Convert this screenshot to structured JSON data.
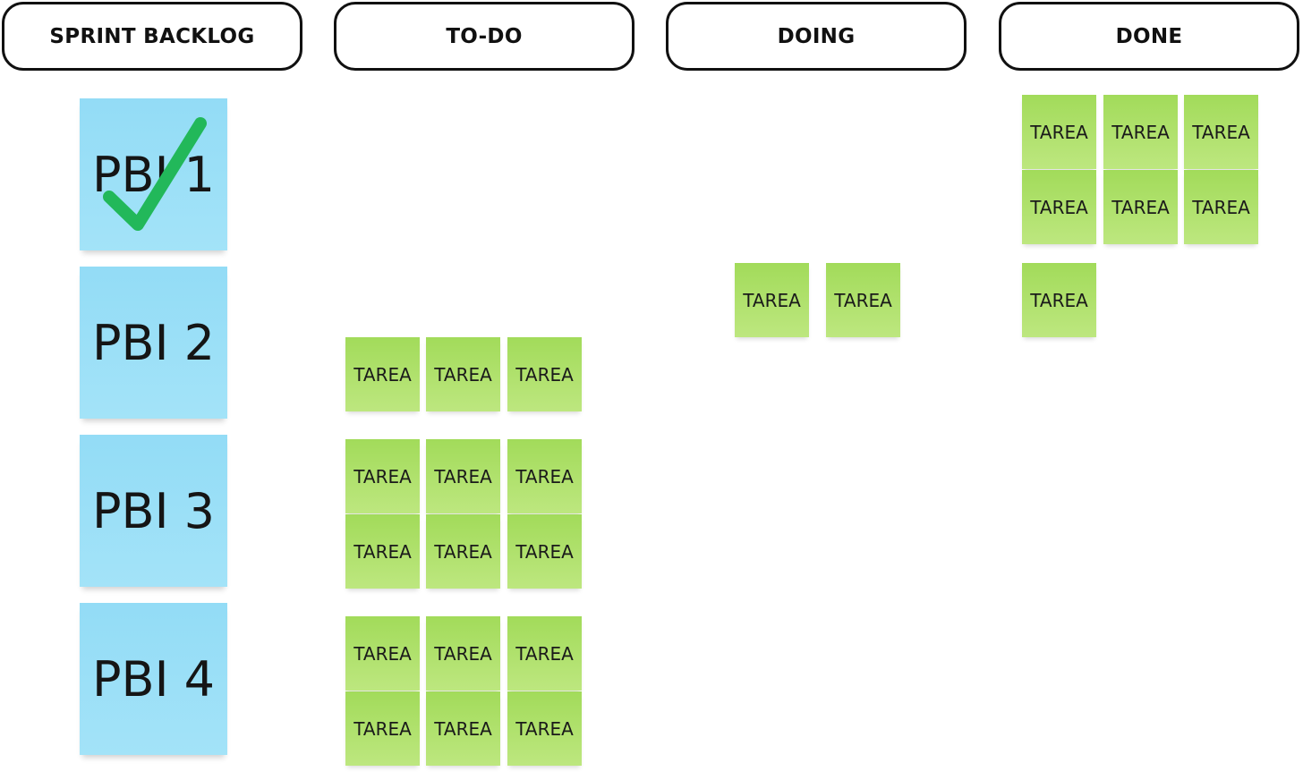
{
  "columns": {
    "backlog": "SPRINT BACKLOG",
    "todo": "TO-DO",
    "doing": "DOING",
    "done": "DONE"
  },
  "backlog_items": [
    {
      "label": "PBI 1",
      "completed": true
    },
    {
      "label": "PBI 2",
      "completed": false
    },
    {
      "label": "PBI 3",
      "completed": false
    },
    {
      "label": "PBI 4",
      "completed": false
    }
  ],
  "task_label": "TAREA",
  "task_counts": {
    "todo": 15,
    "doing": 2,
    "done": 7
  },
  "colors": {
    "pbi_note": "#9be0f7",
    "task_note": "#b1e26d",
    "check": "#22b85a",
    "header_border": "#111111"
  },
  "icons": {
    "completed": "checkmark-icon"
  }
}
